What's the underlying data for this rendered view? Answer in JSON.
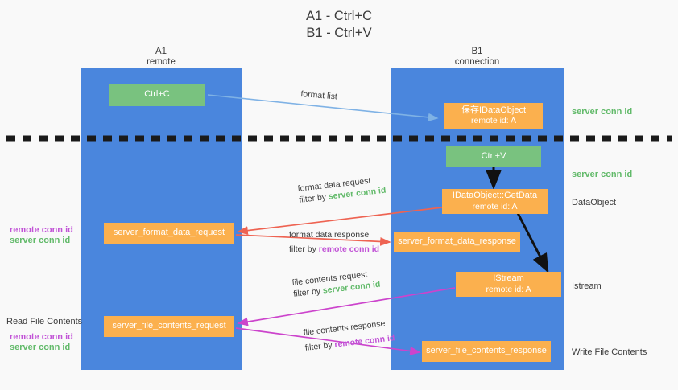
{
  "title": "A1 - Ctrl+C\nB1 - Ctrl+V",
  "lanes": [
    {
      "name": "a1-remote",
      "header": "A1\nremote"
    },
    {
      "name": "b1-connection",
      "header": "B1\nconnection"
    }
  ],
  "boxes": {
    "ctrl_c": "Ctrl+C",
    "ctrl_v": "Ctrl+V",
    "save_idataobject_line1": "保存IDataObject",
    "save_idataobject_line2": "remote id: A",
    "getdata_line1": "IDataObject::GetData",
    "getdata_line2": "remote id: A",
    "istream_line1": "IStream",
    "istream_line2": "remote id: A",
    "server_format_data_request": "server_format_data_request",
    "server_format_data_response": "server_format_data_response",
    "server_file_contents_request": "server_file_contents_request",
    "server_file_contents_response": "server_file_contents_response"
  },
  "edges": {
    "format_list": "format list",
    "format_data_request": "format data request",
    "format_data_request_filter_prefix": "filter by ",
    "format_data_request_filter_value": "server conn id",
    "format_data_response": "format data response",
    "format_data_response_filter_prefix": "filter by ",
    "format_data_response_filter_value": "remote conn id",
    "file_contents_request": "file contents request",
    "file_contents_request_filter_prefix": "filter by ",
    "file_contents_request_filter_value": "server conn id",
    "file_contents_response": "file contents response",
    "file_contents_response_filter_prefix": "filter by ",
    "file_contents_response_filter_value": "remote conn id"
  },
  "right_labels": {
    "server_conn_id_top": "server conn id",
    "server_conn_id_mid": "server conn id",
    "dataobject": "DataObject",
    "istream": "Istream",
    "write_file_contents": "Write File Contents"
  },
  "left_labels": {
    "remote_conn_id_upper": "remote conn id",
    "server_conn_id_upper": "server conn id",
    "read_file_contents": "Read File Contents",
    "remote_conn_id_lower": "remote conn id",
    "server_conn_id_lower": "server conn id"
  },
  "colors": {
    "lane": "#4a86dd",
    "orange": "#fbb04e",
    "green_box": "#79c27f",
    "green_text": "#62ba6a",
    "purple_text": "#c152d6",
    "arrow_lightblue": "#7fb2e5",
    "arrow_red": "#ee6352",
    "arrow_magenta": "#cc44cc",
    "arrow_black": "#111111",
    "background": "#f9f9f9"
  }
}
